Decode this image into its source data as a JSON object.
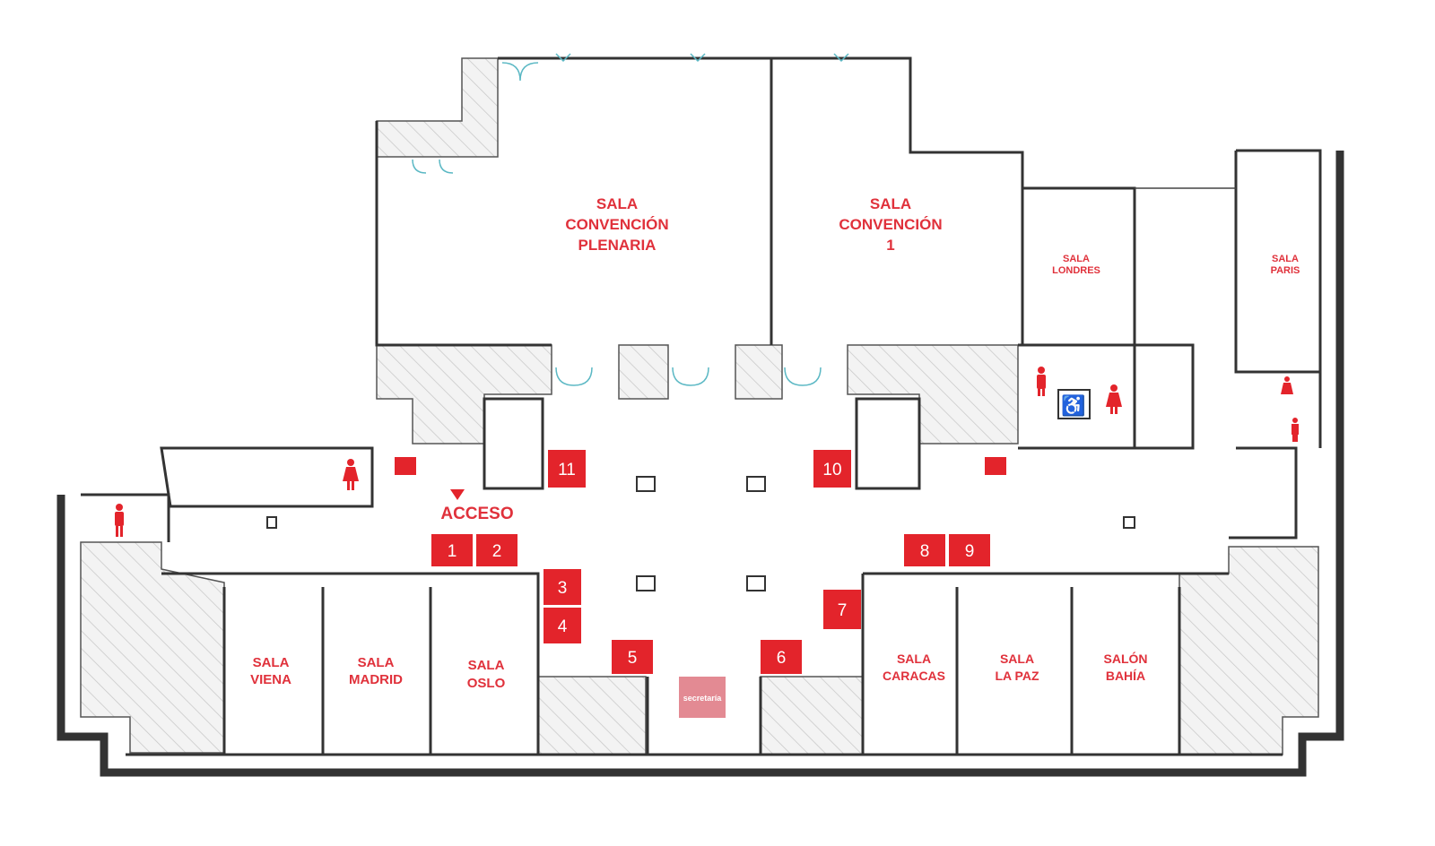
{
  "rooms": {
    "plenaria": [
      "SALA",
      "CONVENCIÓN",
      "PLENARIA"
    ],
    "convencion1": [
      "SALA",
      "CONVENCIÓN",
      "1"
    ],
    "londres": [
      "SALA",
      "LONDRES"
    ],
    "paris": [
      "SALA",
      "PARIS"
    ],
    "viena": [
      "SALA",
      "VIENA"
    ],
    "madrid": [
      "SALA",
      "MADRID"
    ],
    "oslo": [
      "SALA",
      "OSLO"
    ],
    "caracas": [
      "SALA",
      "CARACAS"
    ],
    "lapaz": [
      "SALA",
      "LA PAZ"
    ],
    "bahia": [
      "SALÓN",
      "BAHÍA"
    ],
    "secretaria": "secretaría"
  },
  "access_label": "ACCESO",
  "stands": [
    "1",
    "2",
    "3",
    "4",
    "5",
    "6",
    "7",
    "8",
    "9",
    "10",
    "11"
  ],
  "colors": {
    "accent": "#e3242b",
    "label": "#e0313b",
    "wall": "#333333",
    "secretaria": "#e38a93"
  }
}
